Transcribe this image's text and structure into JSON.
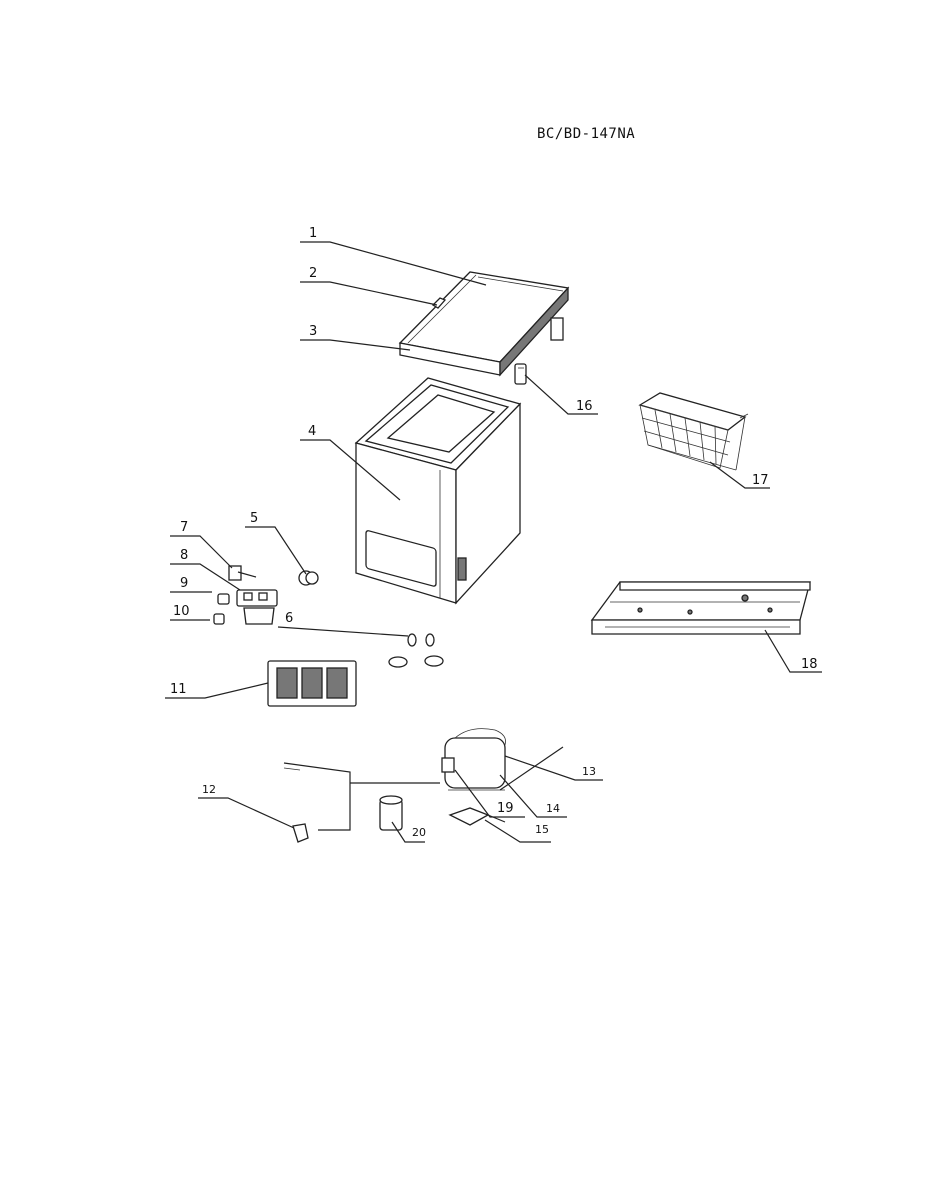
{
  "model": "BC/BD-147NA",
  "callouts": {
    "c1": "1",
    "c2": "2",
    "c3": "3",
    "c4": "4",
    "c5": "5",
    "c6": "6",
    "c7": "7",
    "c8": "8",
    "c9": "9",
    "c10": "10",
    "c11": "11",
    "c12": "12",
    "c13": "13",
    "c14": "14",
    "c15": "15",
    "c16": "16",
    "c17": "17",
    "c18": "18",
    "c19": "19",
    "c20": "20"
  }
}
